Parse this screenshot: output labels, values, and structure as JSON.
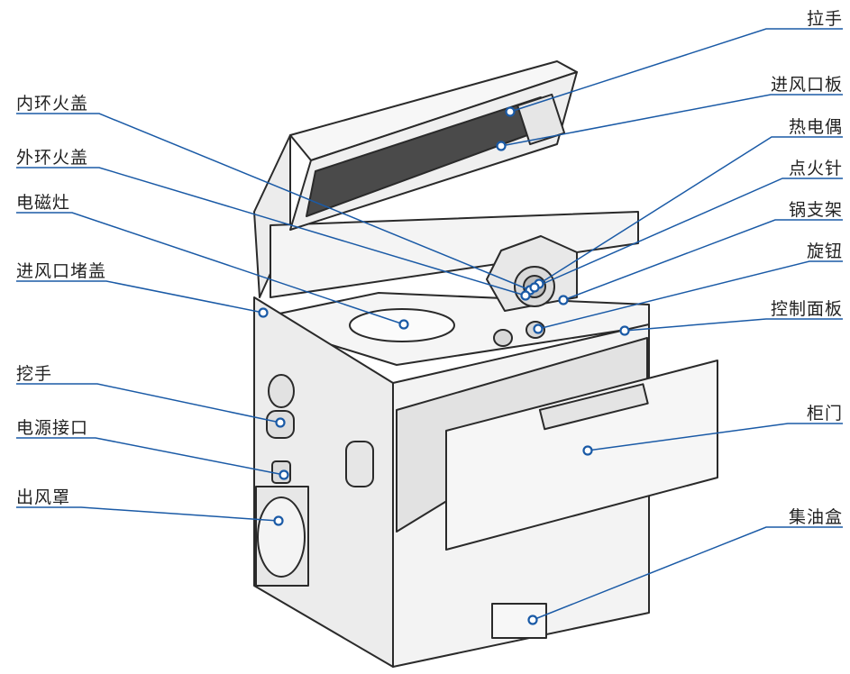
{
  "colors": {
    "leader": "#1a5aa6",
    "ink": "#2a2a2a",
    "panel": "#f1f1f1"
  },
  "labels_left": [
    {
      "id": "inner-burner-cap",
      "text": "内环火盖"
    },
    {
      "id": "outer-burner-cap",
      "text": "外环火盖"
    },
    {
      "id": "induction-hob",
      "text": "电磁灶"
    },
    {
      "id": "air-inlet-plug",
      "text": "进风口堵盖"
    },
    {
      "id": "grip",
      "text": "挖手"
    },
    {
      "id": "power-port",
      "text": "电源接口"
    },
    {
      "id": "air-outlet-cover",
      "text": "出风罩"
    }
  ],
  "labels_right": [
    {
      "id": "handle",
      "text": "拉手"
    },
    {
      "id": "air-inlet-panel",
      "text": "进风口板"
    },
    {
      "id": "thermocouple",
      "text": "热电偶"
    },
    {
      "id": "ignition-needle",
      "text": "点火针"
    },
    {
      "id": "pot-support",
      "text": "锅支架"
    },
    {
      "id": "knob",
      "text": "旋钮"
    },
    {
      "id": "control-panel",
      "text": "控制面板"
    },
    {
      "id": "cabinet-door",
      "text": "柜门"
    },
    {
      "id": "oil-box",
      "text": "集油盒"
    }
  ]
}
